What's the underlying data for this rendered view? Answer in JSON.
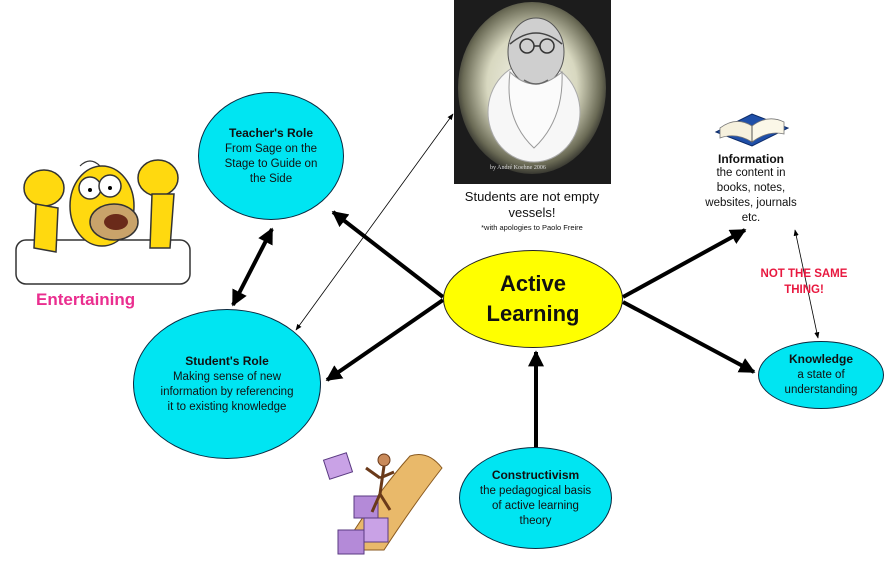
{
  "center": {
    "line1": "Active",
    "line2": "Learning",
    "fill": "#ffff00"
  },
  "teacher_role": {
    "title": "Teacher's Role",
    "desc": "From Sage on the Stage to Guide on the Side"
  },
  "student_role": {
    "title": "Student's Role",
    "desc": "Making sense of new information by referencing it to existing knowledge"
  },
  "constructivism": {
    "title": "Constructivism",
    "desc": "the pedagogical basis of active learning theory"
  },
  "information": {
    "title": "Information",
    "desc": "the content in books, notes, websites, journals etc."
  },
  "knowledge": {
    "title": "Knowledge",
    "desc": "a state of understanding"
  },
  "quote": {
    "main": "Students are not empty vessels!",
    "small": "*with apologies to Paolo Freire"
  },
  "portrait_signature": "by André Koehne 2006",
  "entertaining": "Entertaining",
  "not_same": "NOT THE SAME THING!",
  "colors": {
    "node_fill": "#00e5f2",
    "entertaining": "#ea2e8f",
    "not_same": "#e8183f"
  },
  "icons": [
    "homer-cheering-illustration",
    "freire-portrait",
    "open-book-icon",
    "puzzle-path-illustration"
  ]
}
